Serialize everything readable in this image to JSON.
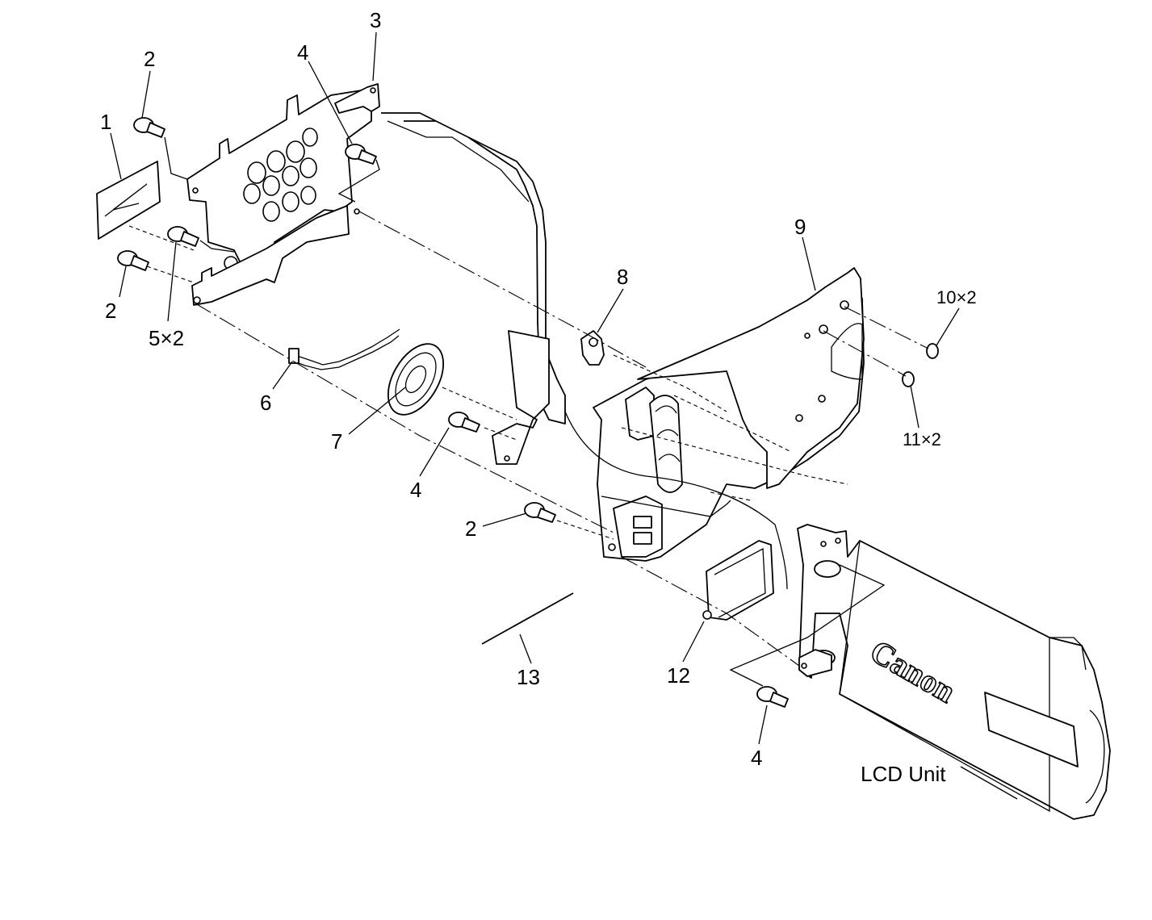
{
  "diagram": {
    "callouts": [
      {
        "id": "c1",
        "text": "1"
      },
      {
        "id": "c2a",
        "text": "2"
      },
      {
        "id": "c3",
        "text": "3"
      },
      {
        "id": "c4a",
        "text": "4"
      },
      {
        "id": "c2b",
        "text": "2"
      },
      {
        "id": "c5",
        "text": "5×2"
      },
      {
        "id": "c6",
        "text": "6"
      },
      {
        "id": "c7",
        "text": "7"
      },
      {
        "id": "c4b",
        "text": "4"
      },
      {
        "id": "c8",
        "text": "8"
      },
      {
        "id": "c9",
        "text": "9"
      },
      {
        "id": "c10",
        "text": "10×2"
      },
      {
        "id": "c11",
        "text": "11×2"
      },
      {
        "id": "c2c",
        "text": "2"
      },
      {
        "id": "c13",
        "text": "13"
      },
      {
        "id": "c12",
        "text": "12"
      },
      {
        "id": "c4c",
        "text": "4"
      }
    ],
    "unit_label": "LCD Unit",
    "brand_text": "Canon"
  }
}
